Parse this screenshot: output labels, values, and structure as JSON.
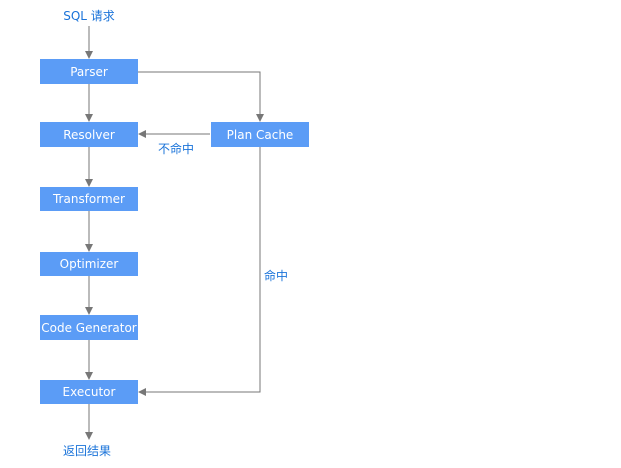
{
  "diagram": {
    "start_label": "SQL 请求",
    "end_label": "返回结果",
    "nodes": {
      "parser": "Parser",
      "resolver": "Resolver",
      "transformer": "Transformer",
      "optimizer": "Optimizer",
      "code_generator": "Code Generator",
      "executor": "Executor",
      "plan_cache": "Plan Cache"
    },
    "edge_labels": {
      "miss": "不命中",
      "hit": "命中"
    }
  },
  "colors": {
    "node_fill": "#5b9cf6",
    "node_text": "#ffffff",
    "label_text": "#1a73d9",
    "edge": "#777777"
  }
}
